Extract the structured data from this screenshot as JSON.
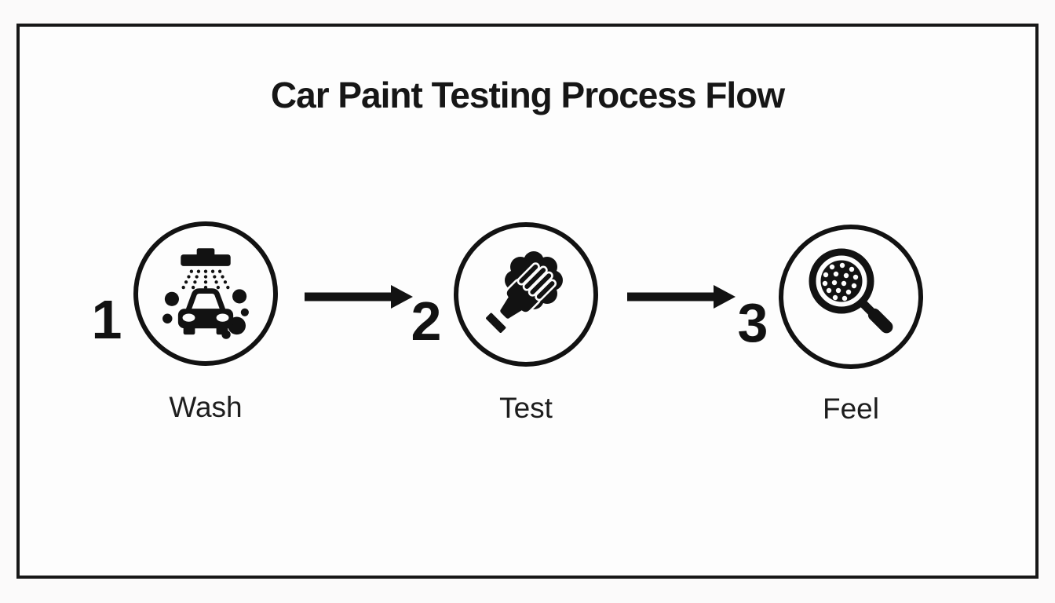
{
  "title": "Car Paint Testing Process Flow",
  "steps": [
    {
      "number": "1",
      "label": "Wash",
      "icon": "car-wash-icon"
    },
    {
      "number": "2",
      "label": "Test",
      "icon": "hand-wipe-icon"
    },
    {
      "number": "3",
      "label": "Feel",
      "icon": "magnifier-texture-icon"
    }
  ],
  "colors": {
    "ink": "#121212",
    "frame_border": "#171717",
    "background": "#fbfafa",
    "panel": "#fdfdfd"
  }
}
